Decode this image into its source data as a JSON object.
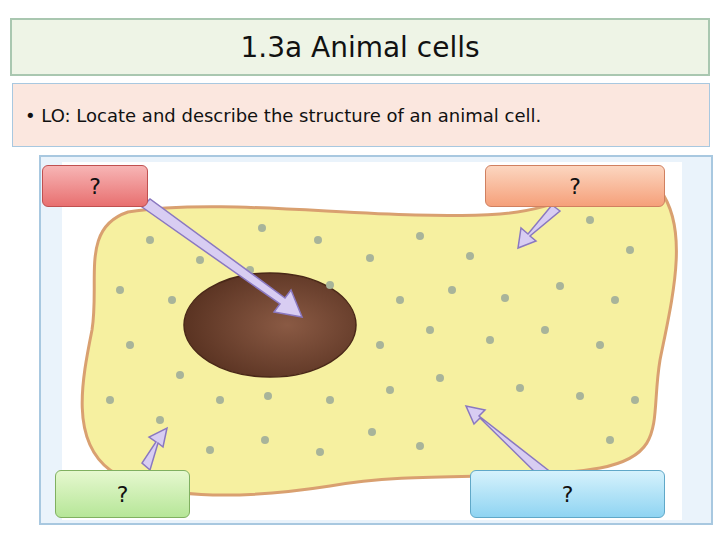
{
  "diagram": {
    "title": "1.3a Animal cells",
    "nodes": [
      {
        "text": [
          "• LO: Locate and describe the structure of an animal cell."
        ]
      },
      {
        "text": [
          "?"
        ]
      },
      {
        "text": [
          "?"
        ]
      },
      {
        "text": [
          "?"
        ]
      },
      {
        "text": [
          "?"
        ]
      }
    ]
  }
}
